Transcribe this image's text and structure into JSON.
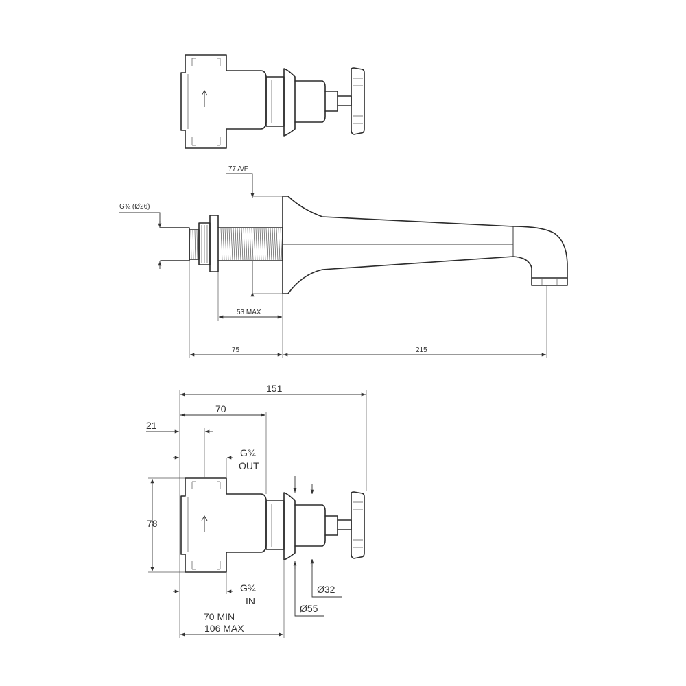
{
  "side_view": {
    "af_label": "77 A/F",
    "thread_label": "G¾ (Ø26)",
    "max_label": "53 MAX",
    "left_dim": "75",
    "right_dim": "215"
  },
  "plan_view": {
    "total_width": "151",
    "width_70": "70",
    "offset_21": "21",
    "outlet_line1": "G¾",
    "outlet_line2": "OUT",
    "height_78": "78",
    "inlet_line1": "G¾",
    "inlet_line2": "IN",
    "dia_32": "Ø32",
    "dia_55": "Ø55",
    "depth_min": "70 MIN",
    "depth_max": "106 MAX"
  }
}
